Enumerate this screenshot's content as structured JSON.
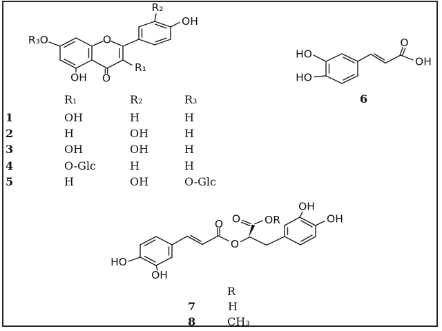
{
  "figure": {
    "background": "#ffffff",
    "border_color": "#262626",
    "bond_color": "#1c1c1c",
    "text_color": "#111111"
  },
  "flavonoid": {
    "atoms": {
      "r3o": "R₃O",
      "ring_o": "O",
      "oh_5": "OH",
      "ketone_o": "O",
      "r1": "R₁",
      "r2": "R₂",
      "oh_4prime": "OH"
    },
    "table": {
      "headers": [
        "R₁",
        "R₂",
        "R₃"
      ],
      "rows": [
        {
          "no": "1",
          "r1": "OH",
          "r2": "H",
          "r3": "H"
        },
        {
          "no": "2",
          "r1": "H",
          "r2": "OH",
          "r3": "H"
        },
        {
          "no": "3",
          "r1": "OH",
          "r2": "OH",
          "r3": "H"
        },
        {
          "no": "4",
          "r1": "O-Glc",
          "r2": "H",
          "r3": "H"
        },
        {
          "no": "5",
          "r1": "H",
          "r2": "OH",
          "r3": "O-Glc"
        }
      ]
    }
  },
  "caffeic_acid": {
    "atoms": {
      "ho_top": "HO",
      "ho_bottom": "HO",
      "carbonyl_o": "O",
      "acid_oh": "OH"
    },
    "number": "6"
  },
  "rosmarinic": {
    "atoms": {
      "ho_left": "HO",
      "oh_bottom": "OH",
      "ester_carbonyl_o": "O",
      "ester_o": "O",
      "acid_carbonyl_o": "O",
      "or_group": "OR",
      "oh_top": "OH",
      "oh_right": "OH"
    },
    "table": {
      "header": "R",
      "rows": [
        {
          "no": "7",
          "r": "H"
        },
        {
          "no": "8",
          "r": "CH₃"
        }
      ]
    }
  }
}
